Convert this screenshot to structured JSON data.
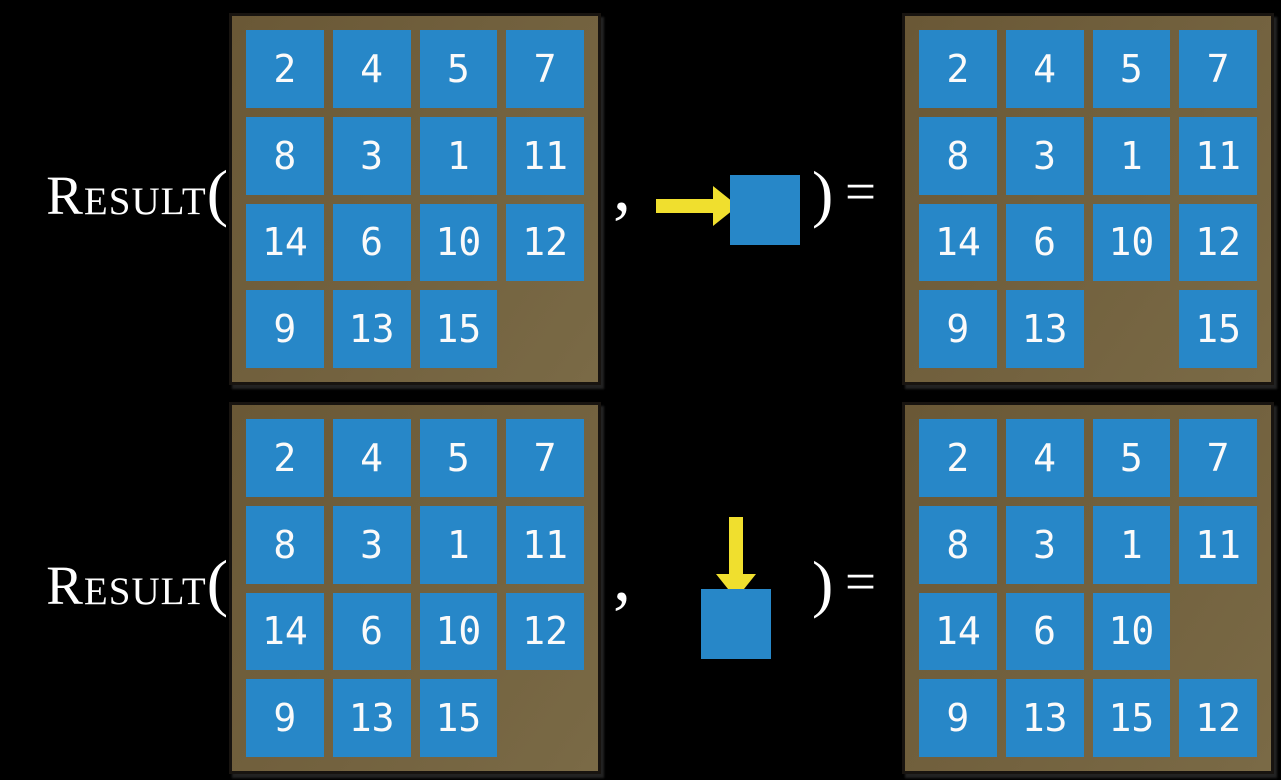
{
  "formula": {
    "name": "Result",
    "open_paren": "(",
    "comma": ",",
    "close_paren": ")",
    "equals": "="
  },
  "examples": [
    {
      "id": "example-move-right",
      "move_direction": "right",
      "input_grid": [
        [
          "2",
          "4",
          "5",
          "7"
        ],
        [
          "8",
          "3",
          "1",
          "11"
        ],
        [
          "14",
          "6",
          "10",
          "12"
        ],
        [
          "9",
          "13",
          "15",
          null
        ]
      ],
      "output_grid": [
        [
          "2",
          "4",
          "5",
          "7"
        ],
        [
          "8",
          "3",
          "1",
          "11"
        ],
        [
          "14",
          "6",
          "10",
          "12"
        ],
        [
          "9",
          "13",
          null,
          "15"
        ]
      ]
    },
    {
      "id": "example-move-down",
      "move_direction": "down",
      "input_grid": [
        [
          "2",
          "4",
          "5",
          "7"
        ],
        [
          "8",
          "3",
          "1",
          "11"
        ],
        [
          "14",
          "6",
          "10",
          "12"
        ],
        [
          "9",
          "13",
          "15",
          null
        ]
      ],
      "output_grid": [
        [
          "2",
          "4",
          "5",
          "7"
        ],
        [
          "8",
          "3",
          "1",
          "11"
        ],
        [
          "14",
          "6",
          "10",
          null
        ],
        [
          "9",
          "13",
          "15",
          "12"
        ]
      ]
    }
  ],
  "colors": {
    "background": "#000000",
    "frame": "#6a5836",
    "frame-light": "#7a6a46",
    "frame-border": "#181410",
    "tile": "#2787c8",
    "tile-text": "#fafafa",
    "arrow": "#f0df2e",
    "text": "#ffffff"
  }
}
